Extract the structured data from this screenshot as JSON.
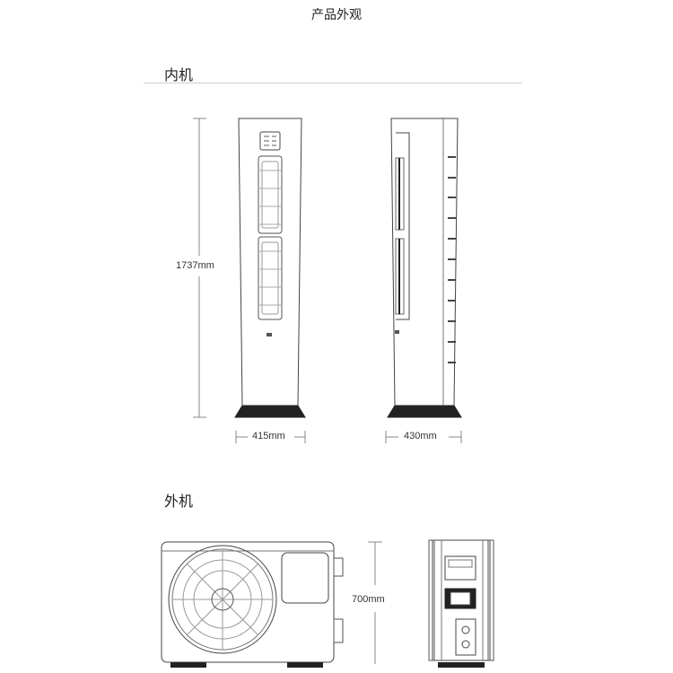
{
  "page": {
    "title": "产品外观"
  },
  "indoor": {
    "label": "内机",
    "height_dim": "1737mm",
    "front_width_dim": "415mm",
    "side_depth_dim": "430mm"
  },
  "outdoor": {
    "label": "外机",
    "height_dim": "700mm"
  }
}
